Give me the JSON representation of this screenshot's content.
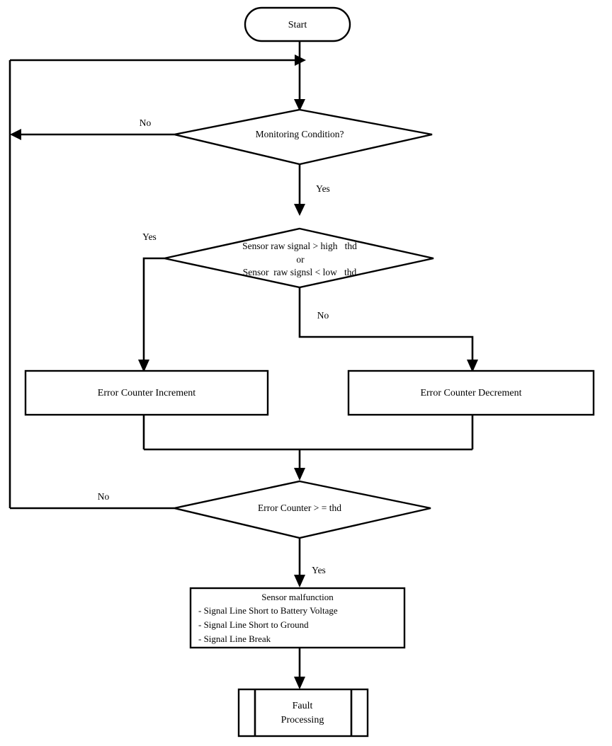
{
  "diagram": {
    "title": "Sensor Monitoring Fault Detection Flowchart",
    "background_color": "#ffffff",
    "line_color": "#000000",
    "text_color": "#000000"
  },
  "nodes": {
    "start": {
      "type": "terminator",
      "label": "Start"
    },
    "monitoring_condition": {
      "type": "decision",
      "label": "Monitoring Condition?"
    },
    "threshold_check": {
      "type": "decision",
      "line1": "Sensor raw signal > high_thd",
      "line2": "or",
      "line3": "Sensor_raw signsl < low_thd",
      "line1_a": "Sensor raw signal > high",
      "line1_b": "thd",
      "line2_text": "or",
      "line3_a": "Sensor",
      "line3_b": "raw signsl < low",
      "line3_c": "thd"
    },
    "error_counter_increment": {
      "type": "process",
      "label": "Error Counter Increment"
    },
    "error_counter_decrement": {
      "type": "process",
      "label": "Error Counter Decrement"
    },
    "error_counter_threshold": {
      "type": "decision",
      "label": "Error Counter > = thd"
    },
    "sensor_malfunction": {
      "type": "process",
      "heading": "Sensor malfunction",
      "items": [
        "-  Signal Line Short to Battery Voltage",
        "-  Signal Line Short to Ground",
        "-  Signal Line Break"
      ]
    },
    "fault_processing": {
      "type": "predefined-process",
      "line1": "Fault",
      "line2": "Processing"
    }
  },
  "edge_labels": {
    "monitoring_no": "No",
    "monitoring_yes": "Yes",
    "threshold_yes": "Yes",
    "threshold_no": "No",
    "counter_no": "No",
    "counter_yes": "Yes"
  }
}
